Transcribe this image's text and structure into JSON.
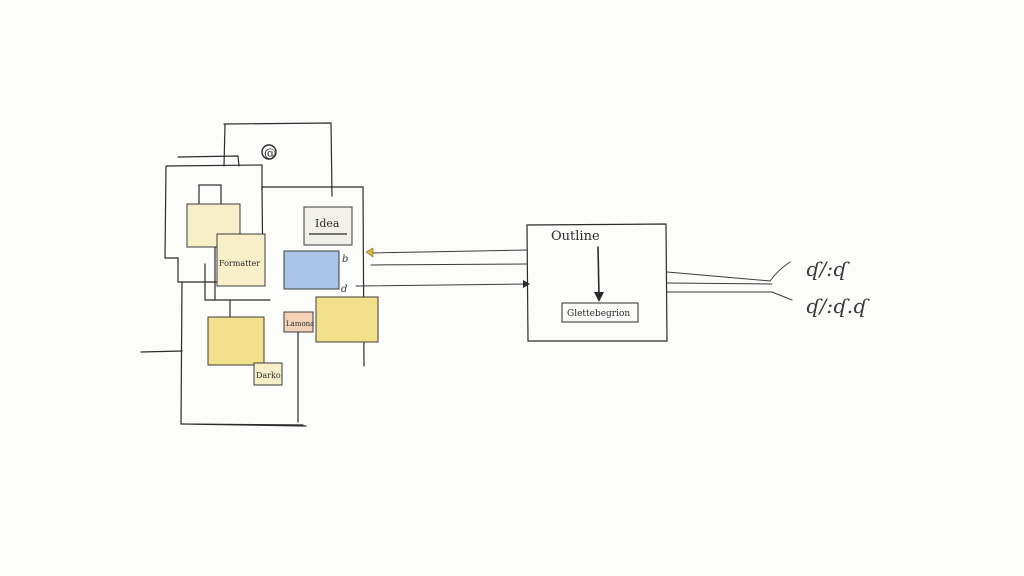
{
  "colors": {
    "ink": "#2b2b2b",
    "pale_yellow": "#f6efc8",
    "yellow": "#f3e08a",
    "blue": "#a9c6e8",
    "peach": "#f4d2b8",
    "paper": "#fcfcfb"
  },
  "left_cluster": {
    "at_symbol": "@",
    "label_formatter": "Formatter",
    "label_idea": "Idea",
    "label_darko": "Darko",
    "label_lamona": "Lamona",
    "marker_b": "b",
    "marker_d": "d"
  },
  "outline_box": {
    "title": "Outline",
    "inner_label": "Glettebegrion"
  },
  "right_notes": {
    "line1": "ʠ/:ʠ",
    "line2": "ʠ/:ʠ.ʠ"
  }
}
